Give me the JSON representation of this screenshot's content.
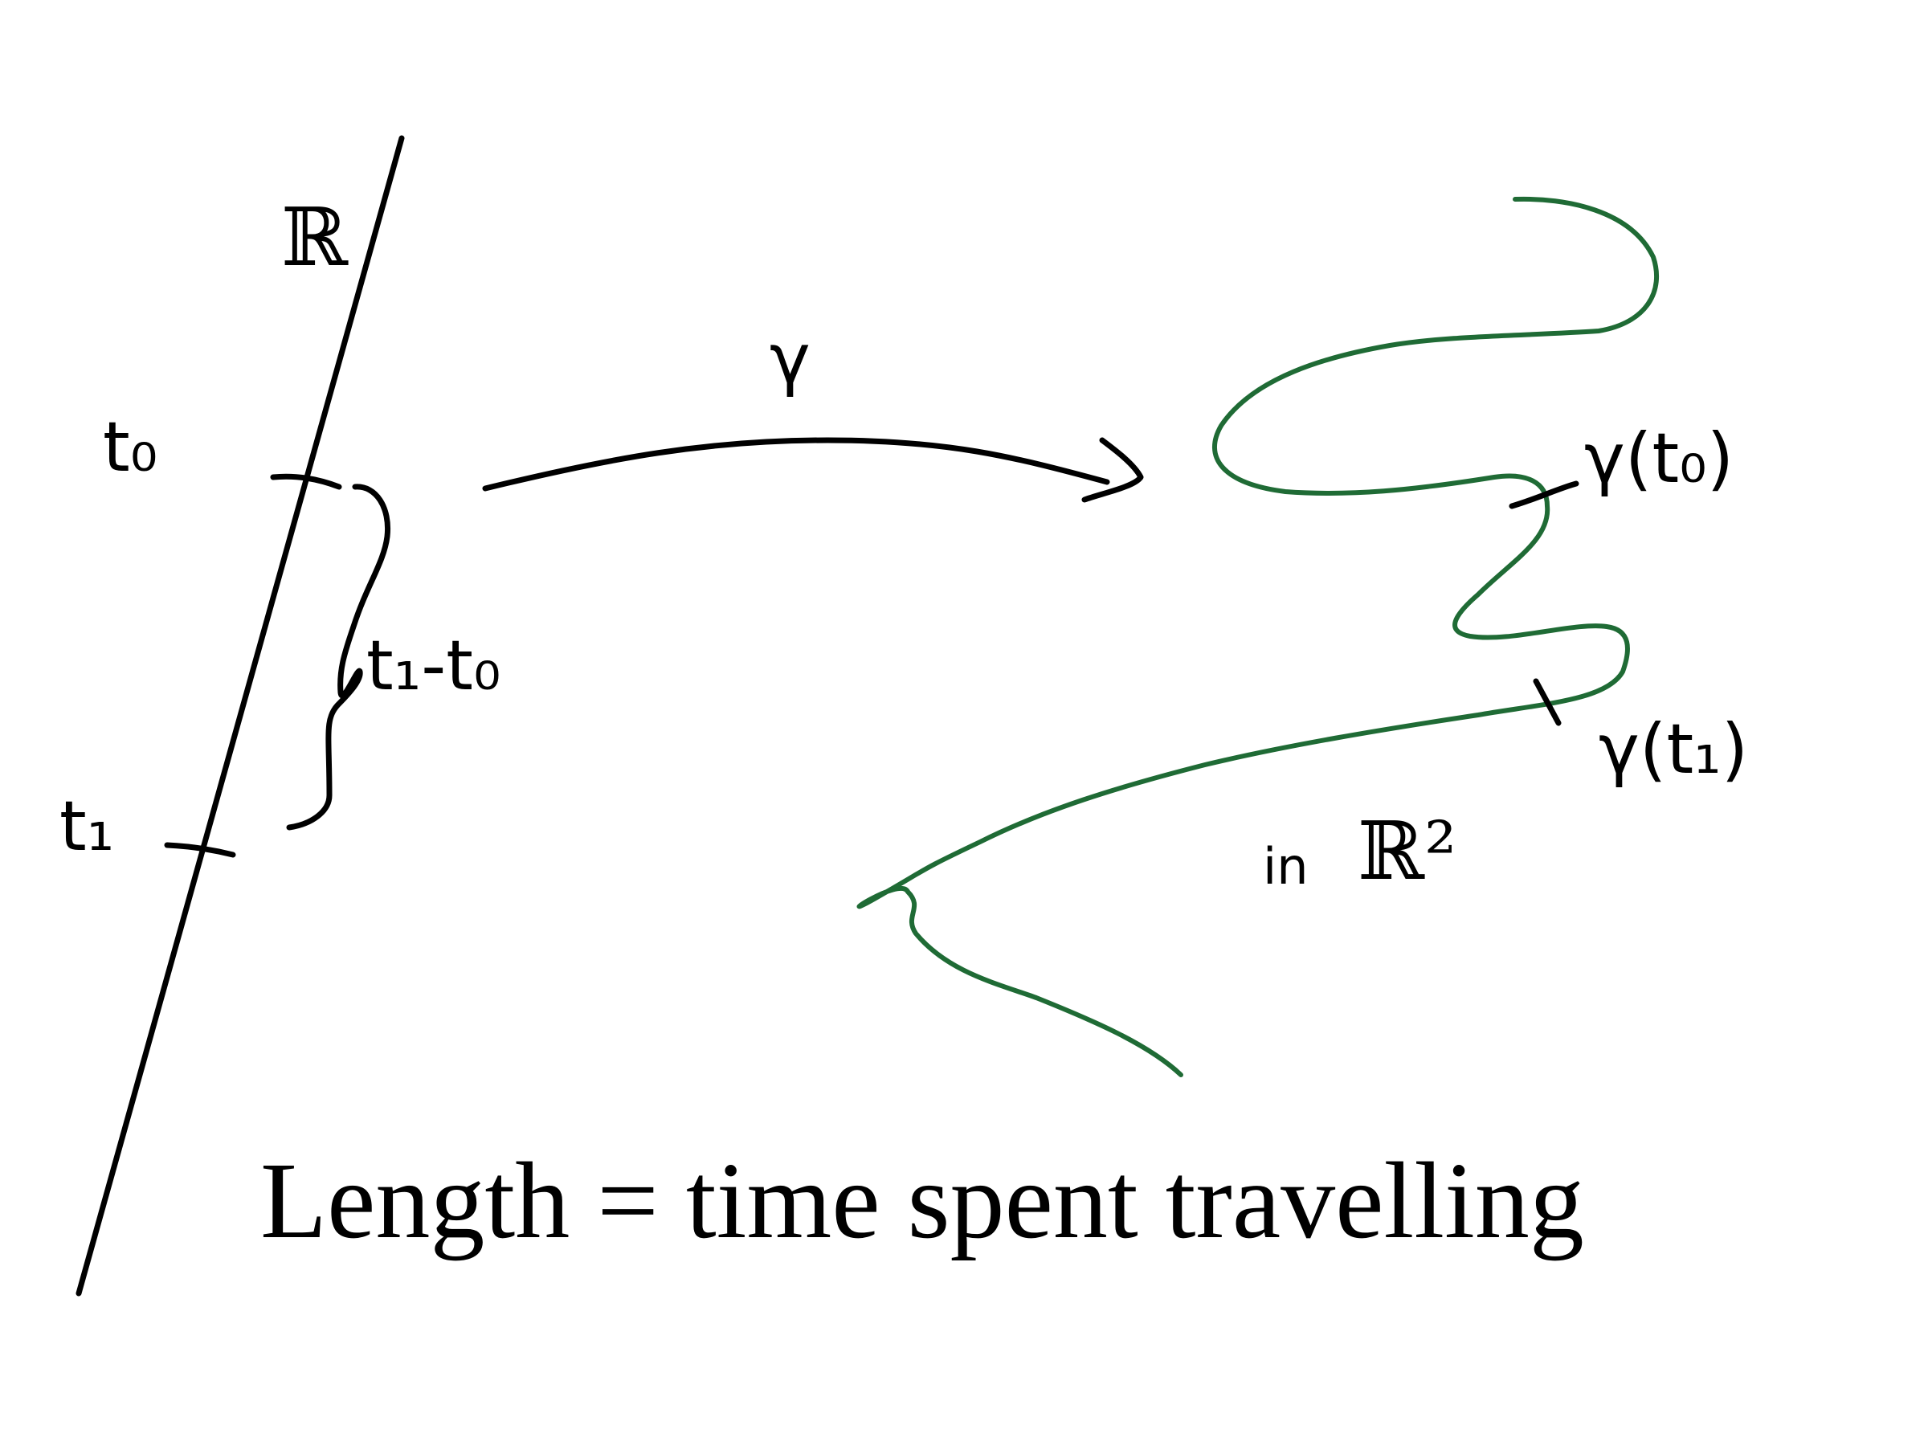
{
  "labels": {
    "real_line": "ℝ",
    "t0": "t₀",
    "t1": "t₁",
    "interval": "t₁-t₀",
    "map": "γ",
    "gamma_t0": "γ(t₀)",
    "gamma_t1": "γ(t₁)",
    "in_word": "in",
    "r2": "ℝ²"
  },
  "caption": "Length = time spent travelling",
  "colors": {
    "ink": "#000000",
    "curve": "#1f6b35",
    "background": "#ffffff"
  }
}
